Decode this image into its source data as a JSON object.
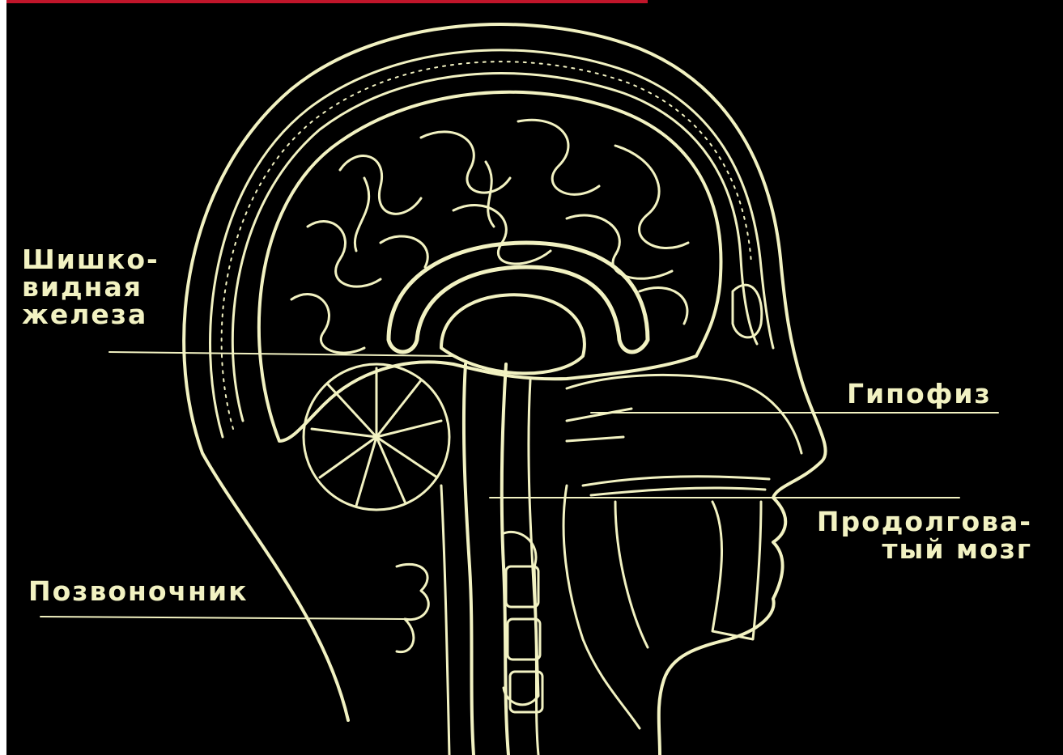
{
  "diagram": {
    "labels": {
      "pineal_gland": [
        "Шишко-",
        "видная",
        "железа"
      ],
      "pituitary": "Гипофиз",
      "medulla": [
        "Продолгова-",
        "тый мозг"
      ],
      "spine": "Позвоночник"
    },
    "colors": {
      "background": "#000000",
      "line": "#f2f2c2",
      "accent_bar": "#c0152a"
    }
  }
}
